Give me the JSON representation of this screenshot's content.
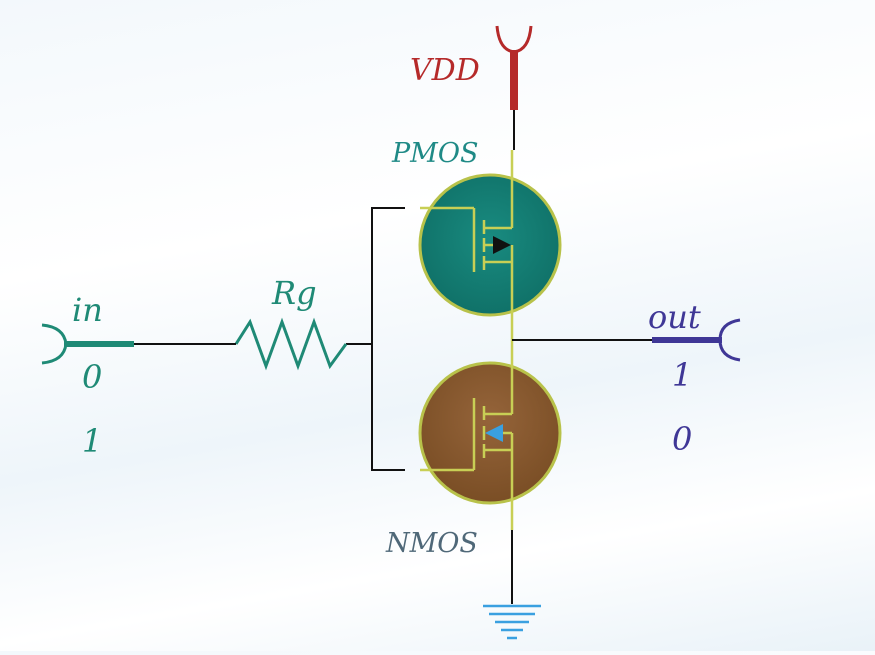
{
  "supply": {
    "label": "VDD",
    "color": "#b52a2a"
  },
  "pmos": {
    "label": "PMOS",
    "color": "#127a6e",
    "arrow_color": "#111111"
  },
  "nmos": {
    "label": "NMOS",
    "color": "#8a5a2b",
    "arrow_color": "#3aa0e0"
  },
  "resistor": {
    "label": "Rg"
  },
  "input": {
    "label": "in",
    "states": [
      "0",
      "1"
    ],
    "color": "#1f8a76"
  },
  "output": {
    "label": "out",
    "states": [
      "1",
      "0"
    ],
    "color": "#3f3796"
  },
  "ground": {
    "icon": "ground-icon"
  }
}
